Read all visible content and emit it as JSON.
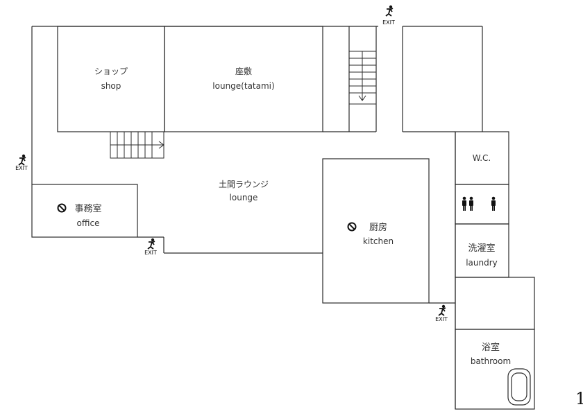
{
  "rooms": {
    "shop": {
      "ja": "ショップ",
      "en": "shop"
    },
    "tatami": {
      "ja": "座敷",
      "en": "lounge(tatami)"
    },
    "lounge": {
      "ja": "土間ラウンジ",
      "en": "lounge"
    },
    "office": {
      "ja": "事務室",
      "en": "office"
    },
    "kitchen": {
      "ja": "厨房",
      "en": "kitchen"
    },
    "wc": {
      "en": "W.C."
    },
    "laundry": {
      "ja": "洗濯室",
      "en": "laundry"
    },
    "bathroom": {
      "ja": "浴室",
      "en": "bathroom"
    }
  },
  "exit_label": "EXIT",
  "floor_number": "1",
  "icons": {
    "exit": "running-person-icon",
    "no_entry": "prohibited-icon",
    "restroom": "restroom-people-icon",
    "bathtub": "bathtub-icon"
  }
}
